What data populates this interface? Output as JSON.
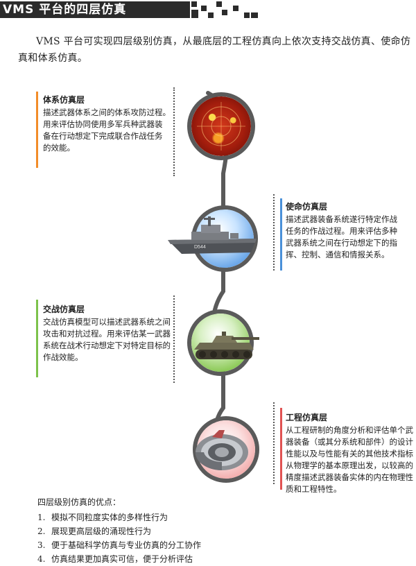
{
  "header": {
    "title": "VMS 平台的四层仿真"
  },
  "intro": {
    "line1": "VMS 平台可实现四层级别仿真，从最底层的工程仿真向上依次支持交战仿真、使命仿",
    "line2": "真和体系仿真。"
  },
  "layers": [
    {
      "heading": "体系仿真层",
      "lines": [
        "描述武器体系之间的体系攻防过程。",
        "用来评估协同使用多军兵种武器装",
        "备在行动想定下完成联合作战任务",
        "的效能。"
      ],
      "accent_color": "#f28c28",
      "icon": "radar-battlefield-image"
    },
    {
      "heading": "使命仿真层",
      "lines": [
        "描述武器装备系统遂行特定作战",
        "任务的作战过程。用来评估多种",
        "武器系统之间在行动想定下的指",
        "挥、控制、通信和情报关系。"
      ],
      "accent_color": "#4a90d9",
      "icon": "warship-image",
      "ship_label": "D544"
    },
    {
      "heading": "交战仿真层",
      "lines": [
        "交战仿真模型可以描述武器系统之间",
        "攻击和对抗过程。用来评估某一武器",
        "系统在战术行动想定下对特定目标的",
        "作战效能。"
      ],
      "accent_color": "#7dc24b",
      "icon": "tank-image"
    },
    {
      "heading": "工程仿真层",
      "lines": [
        "从工程研制的角度分析和评估单个武",
        "器装备（或其分系统和部件）的设计",
        "性能以及与性能有关的其他技术指标",
        "从物理学的基本原理出发，以较高的",
        "精度描述武器装备实体的内在物理性",
        "质和工程特性。"
      ],
      "accent_color": "#e05252",
      "icon": "engine-component-image"
    }
  ],
  "advantages": {
    "title": "四层级别仿真的优点：",
    "items": [
      {
        "num": "1.",
        "text": "模拟不同粒度实体的多样性行为"
      },
      {
        "num": "2.",
        "text": "展现更高层级的涌现性行为"
      },
      {
        "num": "3.",
        "text": "便于基础科学仿真与专业仿真的分工协作"
      },
      {
        "num": "4.",
        "text": "仿真结果更加真实可信，便于分析评估"
      }
    ]
  }
}
